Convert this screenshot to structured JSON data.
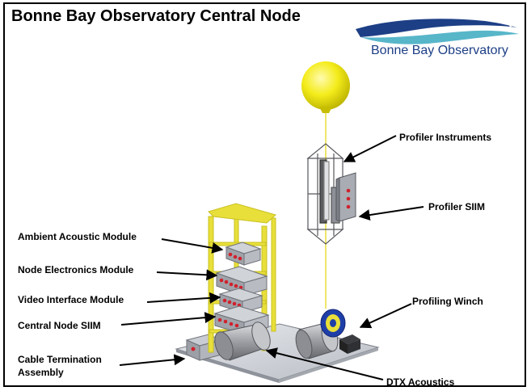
{
  "title": "Bonne Bay Observatory Central Node",
  "logo": {
    "text": "Bonne Bay Observatory"
  },
  "labels": {
    "profiler_instruments": "Profiler Instruments",
    "profiler_siim": "Profiler SIIM",
    "ambient_acoustic_module": "Ambient Acoustic Module",
    "node_electronics_module": "Node Electronics Module",
    "video_interface_module": "Video Interface Module",
    "central_node_siim": "Central Node SIIM",
    "profiling_winch": "Profiling Winch",
    "cable_termination_line1": "Cable Termination",
    "cable_termination_line2": "Assembly",
    "dtx_acoustics": "DTX Acoustics"
  },
  "colors": {
    "frame_yellow": "#e8df3a",
    "buoy_yellow": "#f4ec1a",
    "module_gray": "#a9acb3",
    "indicator_red": "#d0212c",
    "winch_blue": "#1f3fa8",
    "logo_blue": "#1d3f86"
  }
}
